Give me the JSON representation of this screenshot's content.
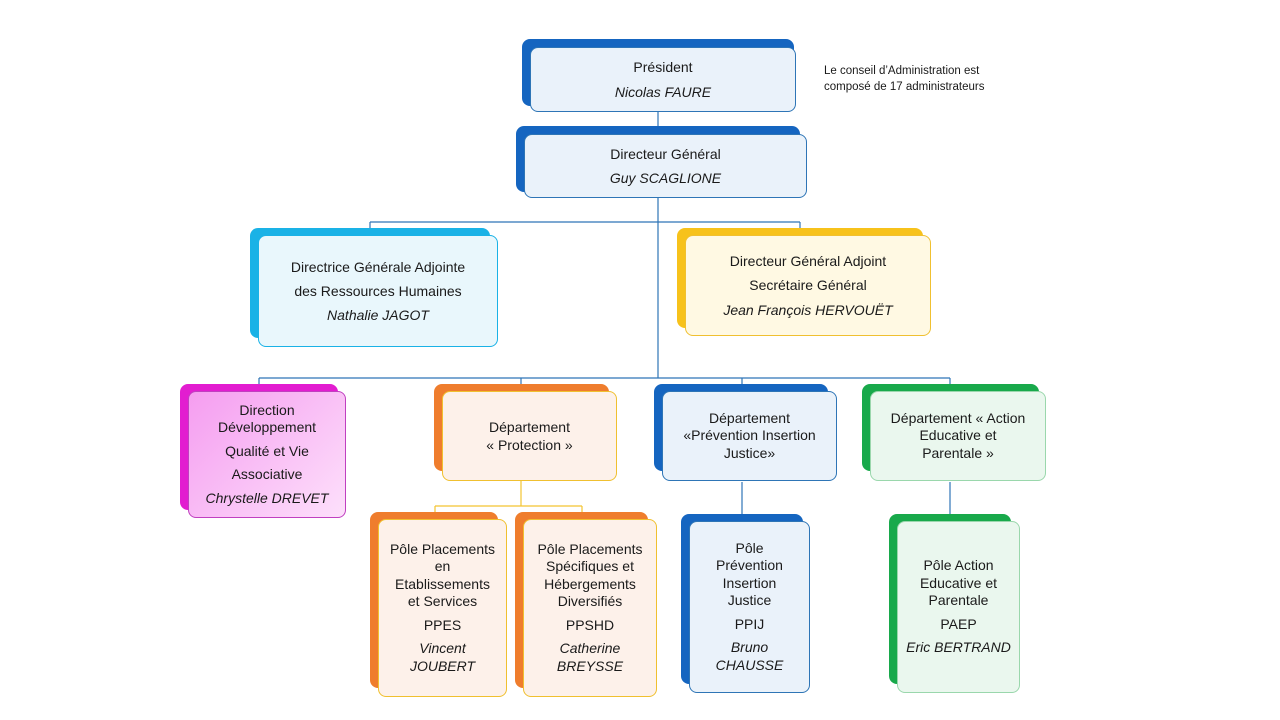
{
  "note": {
    "line1": "Le conseil d’Administration est",
    "line2": "composé  de 17 administrateurs"
  },
  "president": {
    "title": "Président",
    "name": "Nicolas FAURE"
  },
  "dg": {
    "title": "Directeur Général",
    "name": "Guy SCAGLIONE"
  },
  "dgarh": {
    "line1": "Directrice  Générale Adjointe",
    "line2": "des  Ressources Humaines",
    "name": "Nathalie JAGOT"
  },
  "dga": {
    "line1": "Directeur Général Adjoint",
    "line2": "Secrétaire Général",
    "name": "Jean François HERVOUËT"
  },
  "ddqva": {
    "line1": "Direction",
    "line2": "Développement",
    "line3": "Qualité et Vie",
    "line4": "Associative",
    "name": "Chrystelle DREVET"
  },
  "dep_protection": {
    "line1": "Département",
    "line2": "« Protection »"
  },
  "dep_pij": {
    "line1": "Département",
    "line2": "«Prévention Insertion",
    "line3": "Justice»"
  },
  "dep_aep": {
    "line1": "Département « Action",
    "line2": "Educative et",
    "line3": "Parentale »"
  },
  "ppes": {
    "line1": "Pôle Placements",
    "line2": "en",
    "line3": "Etablissements",
    "line4": "et Services",
    "abbr": "PPES",
    "name": "Vincent JOUBERT"
  },
  "ppshd": {
    "line1": "Pôle Placements",
    "line2": "Spécifiques  et",
    "line3": "Hébergements",
    "line4": "Diversifiés",
    "abbr": "PPSHD",
    "name1": "Catherine",
    "name2": "BREYSSE"
  },
  "ppij": {
    "line1": "Pôle",
    "line2": "Prévention",
    "line3": "Insertion",
    "line4": "Justice",
    "abbr": "PPIJ",
    "name": "Bruno CHAUSSE"
  },
  "paep": {
    "line1": "Pôle Action",
    "line2": "Educative et",
    "line3": "Parentale",
    "abbr": "PAEP",
    "name": "Eric BERTRAND"
  }
}
